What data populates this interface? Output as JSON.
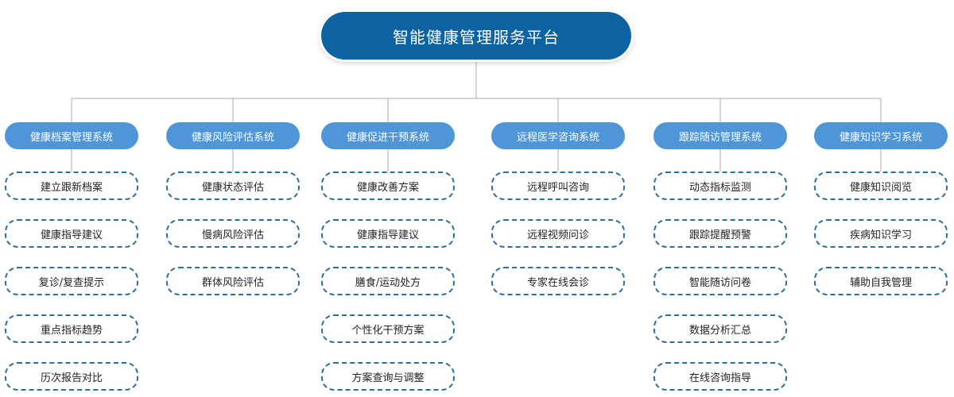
{
  "title": "智能健康管理服务平台",
  "categories": [
    {
      "label": "健康档案管理系统",
      "items": [
        "建立跟新档案",
        "健康指导建议",
        "复诊/复查提示",
        "重点指标趋势",
        "历次报告对比"
      ]
    },
    {
      "label": "健康风险评估系统",
      "items": [
        "健康状态评估",
        "慢病风险评估",
        "群体风险评估"
      ]
    },
    {
      "label": "健康促进干预系统",
      "items": [
        "健康改善方案",
        "健康指导建议",
        "膳食/运动处方",
        "个性化干预方案",
        "方案查询与调整"
      ]
    },
    {
      "label": "远程医学咨询系统",
      "items": [
        "远程呼叫咨询",
        "远程视频问诊",
        "专家在线会诊"
      ]
    },
    {
      "label": "跟踪随访管理系统",
      "items": [
        "动态指标监测",
        "跟踪提醒预警",
        "智能随访问卷",
        "数据分析汇总",
        "在线咨询指导"
      ]
    },
    {
      "label": "健康知识学习系统",
      "items": [
        "健康知识阅览",
        "疾病知识学习",
        "辅助自我管理"
      ]
    }
  ],
  "colors": {
    "root_bg": "#0d62a2",
    "category_bg": "#4e96d8",
    "item_border": "#2a6f9a",
    "connector": "#a9a9a9"
  }
}
